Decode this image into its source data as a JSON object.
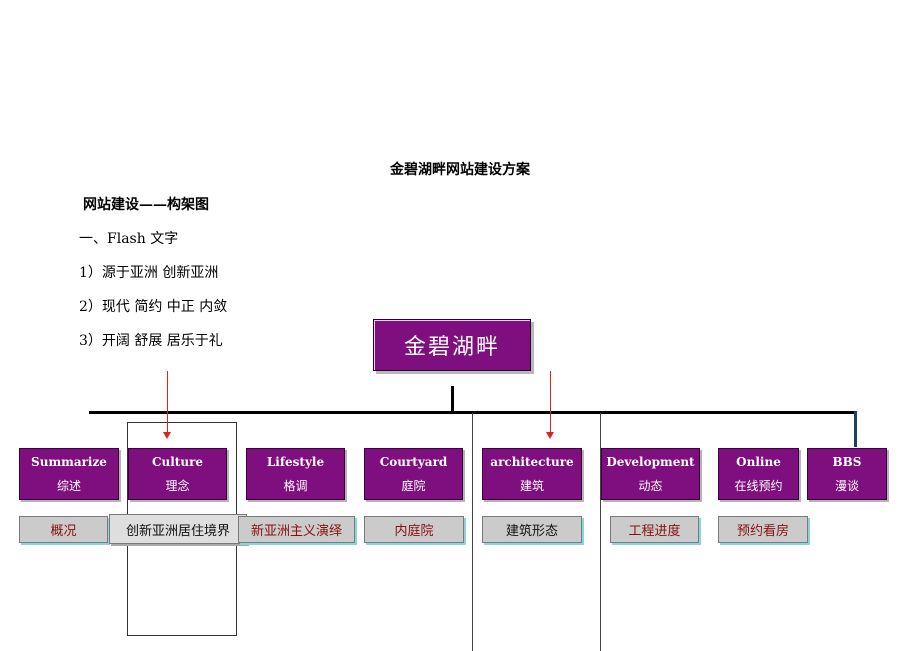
{
  "document": {
    "title": "金碧湖畔网站建设方案",
    "subtitle": "网站建设——构架图",
    "lines": [
      "一、Flash 文字",
      "1）源于亚洲  创新亚洲",
      "2）现代  简约  中正  内敛",
      "3）开阔  舒展  居乐于礼"
    ]
  },
  "diagram": {
    "root": "金碧湖畔",
    "categories": [
      {
        "en": "Summarize",
        "zh": "综述",
        "sub": "概况"
      },
      {
        "en": "Culture",
        "zh": "理念",
        "sub": "创新亚洲居住境界"
      },
      {
        "en": "Lifestyle",
        "zh": "格调",
        "sub": "新亚洲主义演绎"
      },
      {
        "en": "Courtyard",
        "zh": "庭院",
        "sub": "内庭院"
      },
      {
        "en": "architecture",
        "zh": "建筑",
        "sub": "建筑形态"
      },
      {
        "en": "Development",
        "zh": "动态",
        "sub": "工程进度"
      },
      {
        "en": "Online",
        "zh": "在线预约",
        "sub": "预约看房"
      },
      {
        "en": "BBS",
        "zh": "漫谈"
      }
    ]
  },
  "colors": {
    "box": "#7f0f7e",
    "arrow": "#e02020",
    "sub_text": "#8a1010"
  }
}
